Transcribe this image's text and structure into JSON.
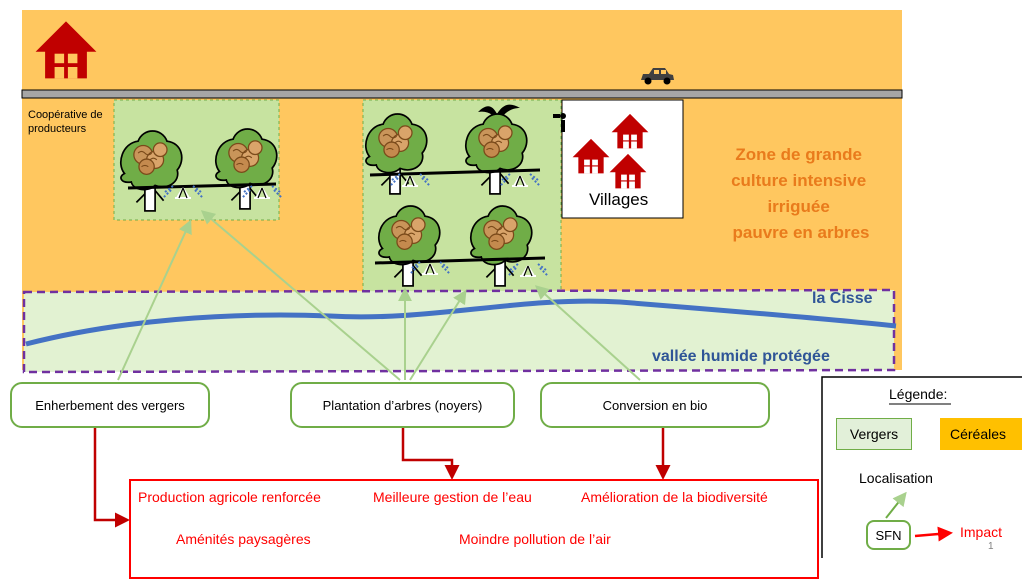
{
  "labels": {
    "cooperative": [
      "Coopérative de",
      "producteurs"
    ],
    "villages": "Villages",
    "zone": [
      "Zone de grande",
      "culture intensive",
      "irriguée",
      "pauvre en arbres"
    ],
    "river": "la Cisse",
    "valley": "vallée humide protégée"
  },
  "sfn": {
    "enherbement": "Enherbement des vergers",
    "plantation": "Plantation d’arbres (noyers)",
    "conversion": "Conversion en bio"
  },
  "impacts": {
    "production": "Production agricole renforcée",
    "eau": "Meilleure gestion de l’eau",
    "biodiversite": "Amélioration de  la biodiversité",
    "amenites": "Aménités paysagères",
    "pollution": "Moindre pollution de l’air"
  },
  "legend": {
    "title": "Légende:",
    "vergers": "Vergers",
    "cereales": "Céréales",
    "localisation": "Localisation",
    "sfn": "SFN",
    "impact": "Impact"
  },
  "page_number": "1",
  "colors": {
    "field": "#ffc75f",
    "orchard": "#c7e3a0",
    "valley": "#e2f2d2",
    "river": "#4472c4",
    "orange_text": "#e97b1c",
    "blue_text": "#2f5597",
    "green_border": "#70ad47",
    "red": "#ff0000",
    "dark_red": "#c00000",
    "road": "#a6a6a6"
  }
}
